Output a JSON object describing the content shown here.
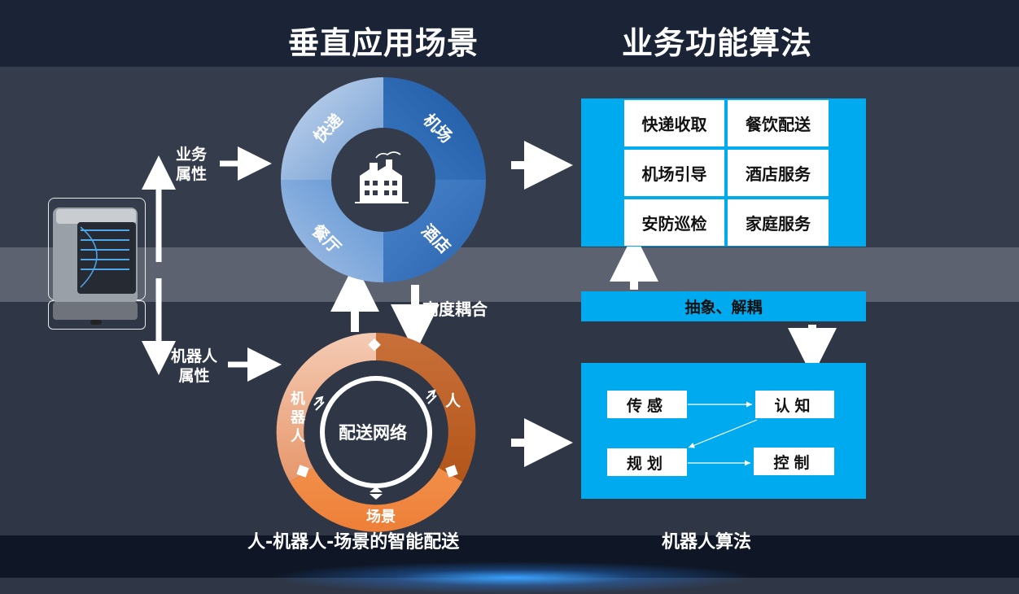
{
  "titles": {
    "left": "垂直应用场景",
    "right": "业务功能算法"
  },
  "side_labels": {
    "business_attr": [
      "业务",
      "属性"
    ],
    "robot_attr": [
      "机器人",
      "属性"
    ]
  },
  "scene_ring": {
    "quadrants": [
      "快递",
      "机场",
      "餐厅",
      "酒店"
    ],
    "center_icon": "factory-icon"
  },
  "coupling_label": "高度耦合",
  "delivery_ring": {
    "center_label": "配送网络",
    "segments": {
      "robot": [
        "机",
        "器",
        "人"
      ],
      "person": "人",
      "scene": "场景"
    }
  },
  "function_grid": [
    [
      "快递收取",
      "餐饮配送"
    ],
    [
      "机场引导",
      "酒店服务"
    ],
    [
      "安防巡检",
      "家庭服务"
    ]
  ],
  "abstract_bar": "抽象、解耦",
  "algorithms": {
    "sense": "传感",
    "cognize": "认知",
    "plan": "规划",
    "control": "控制"
  },
  "captions": {
    "left": "人-机器人-场景的智能配送",
    "right": "机器人算法"
  },
  "colors": {
    "accent_blue": "#00aaee",
    "ring_orange": "#e8782a",
    "ring_blue": "#3f7fc4"
  }
}
